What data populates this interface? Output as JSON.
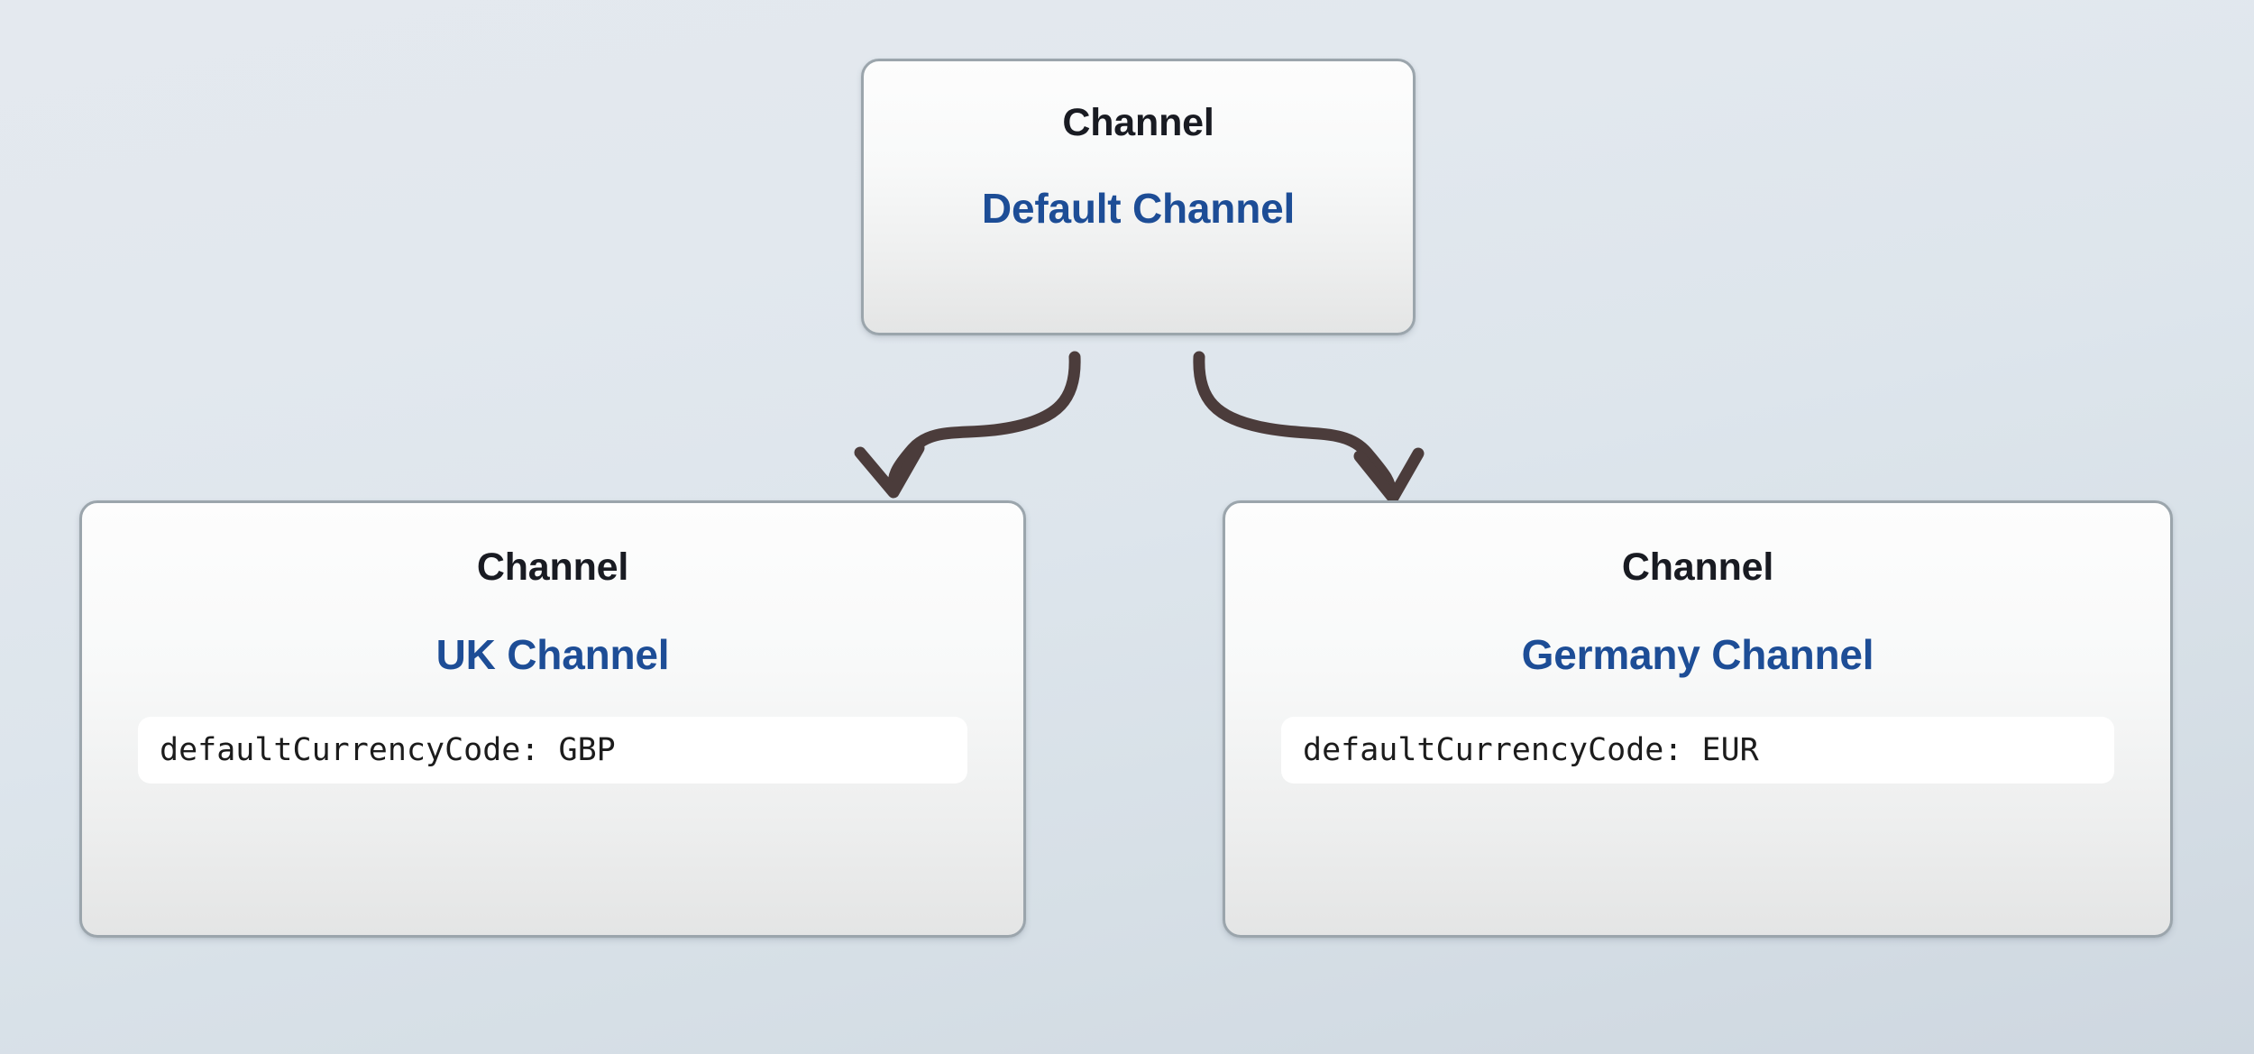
{
  "diagram": {
    "kind": "entity-hierarchy-diagram",
    "background_top_color": "#e4e9ef",
    "background_bottom_color": "#ced7e0",
    "card_border_color": "#9ba5ac",
    "type_label_color": "#191b22",
    "title_color": "#1d4d96",
    "arrow_color": "#4b3c3b",
    "property_pill_background": "#ffffff"
  },
  "nodes": {
    "root": {
      "type_label": "Channel",
      "title": "Default Channel",
      "properties": []
    },
    "left": {
      "type_label": "Channel",
      "title": "UK Channel",
      "properties": [
        {
          "text": "defaultCurrencyCode: GBP",
          "key": "defaultCurrencyCode",
          "value": "GBP"
        }
      ]
    },
    "right": {
      "type_label": "Channel",
      "title": "Germany Channel",
      "properties": [
        {
          "text": "defaultCurrencyCode: EUR",
          "key": "defaultCurrencyCode",
          "value": "EUR"
        }
      ]
    }
  },
  "edges": [
    {
      "from": "root",
      "to": "left",
      "style": "hand-drawn-curve",
      "arrowhead": "open-v"
    },
    {
      "from": "root",
      "to": "right",
      "style": "hand-drawn-curve",
      "arrowhead": "open-v"
    }
  ]
}
